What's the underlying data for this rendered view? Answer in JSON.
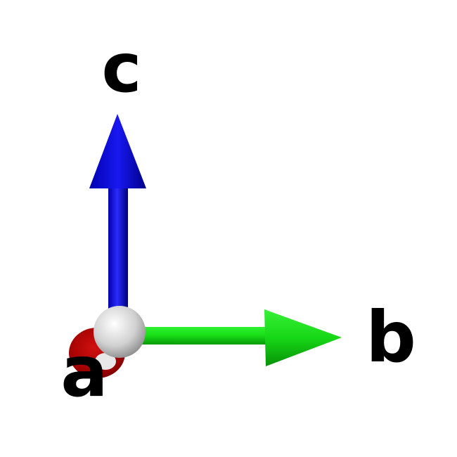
{
  "axes": {
    "a": {
      "label": "a",
      "color": "#b20000"
    },
    "b": {
      "label": "b",
      "color": "#10d010"
    },
    "c": {
      "label": "c",
      "color": "#1010e0"
    }
  },
  "origin": {
    "color": "#d8d8d8"
  },
  "background": "#ffffff"
}
